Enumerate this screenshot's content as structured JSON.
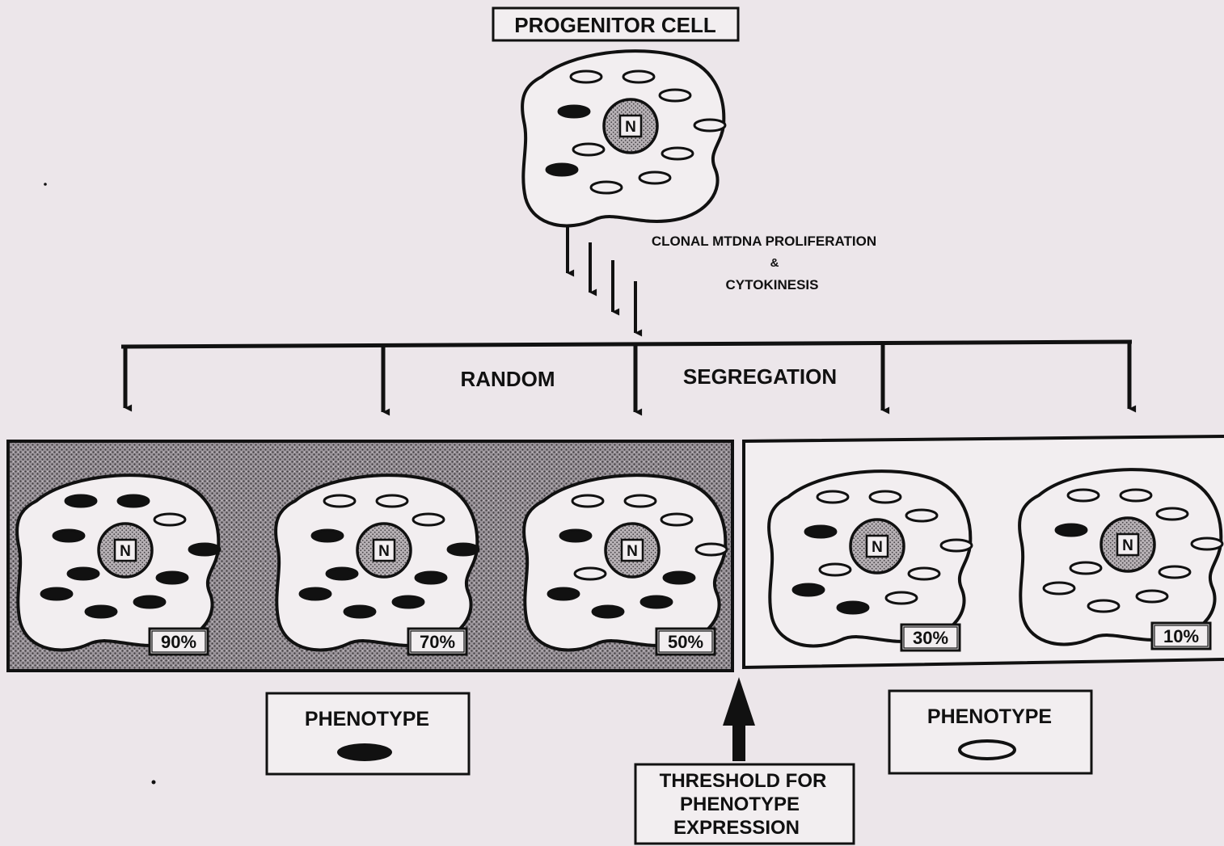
{
  "title": "PROGENITOR CELL",
  "process_label": {
    "line1": "CLONAL MTDNA PROLIFERATION",
    "line2": "&",
    "line3": "CYTOKINESIS"
  },
  "segregation_label": {
    "word1": "RANDOM",
    "word2": "SEGREGATION"
  },
  "nucleus_label": "N",
  "daughter_cells": [
    {
      "percent": "90%",
      "mutant_fraction": 0.9,
      "expresses_phenotype": true
    },
    {
      "percent": "70%",
      "mutant_fraction": 0.7,
      "expresses_phenotype": true
    },
    {
      "percent": "50%",
      "mutant_fraction": 0.5,
      "expresses_phenotype": true
    },
    {
      "percent": "30%",
      "mutant_fraction": 0.3,
      "expresses_phenotype": false
    },
    {
      "percent": "10%",
      "mutant_fraction": 0.1,
      "expresses_phenotype": false
    }
  ],
  "legend": {
    "mutant": {
      "label": "PHENOTYPE",
      "symbol": "filled-ellipse"
    },
    "wild": {
      "label": "PHENOTYPE",
      "symbol": "open-ellipse"
    }
  },
  "threshold": {
    "line1": "THRESHOLD FOR",
    "line2": "PHENOTYPE",
    "line3": "EXPRESSION"
  },
  "colors": {
    "ink": "#111111",
    "background": "#ece6ea",
    "cell_fill": "#f2eef0",
    "shaded_panel": "#8a8488"
  }
}
